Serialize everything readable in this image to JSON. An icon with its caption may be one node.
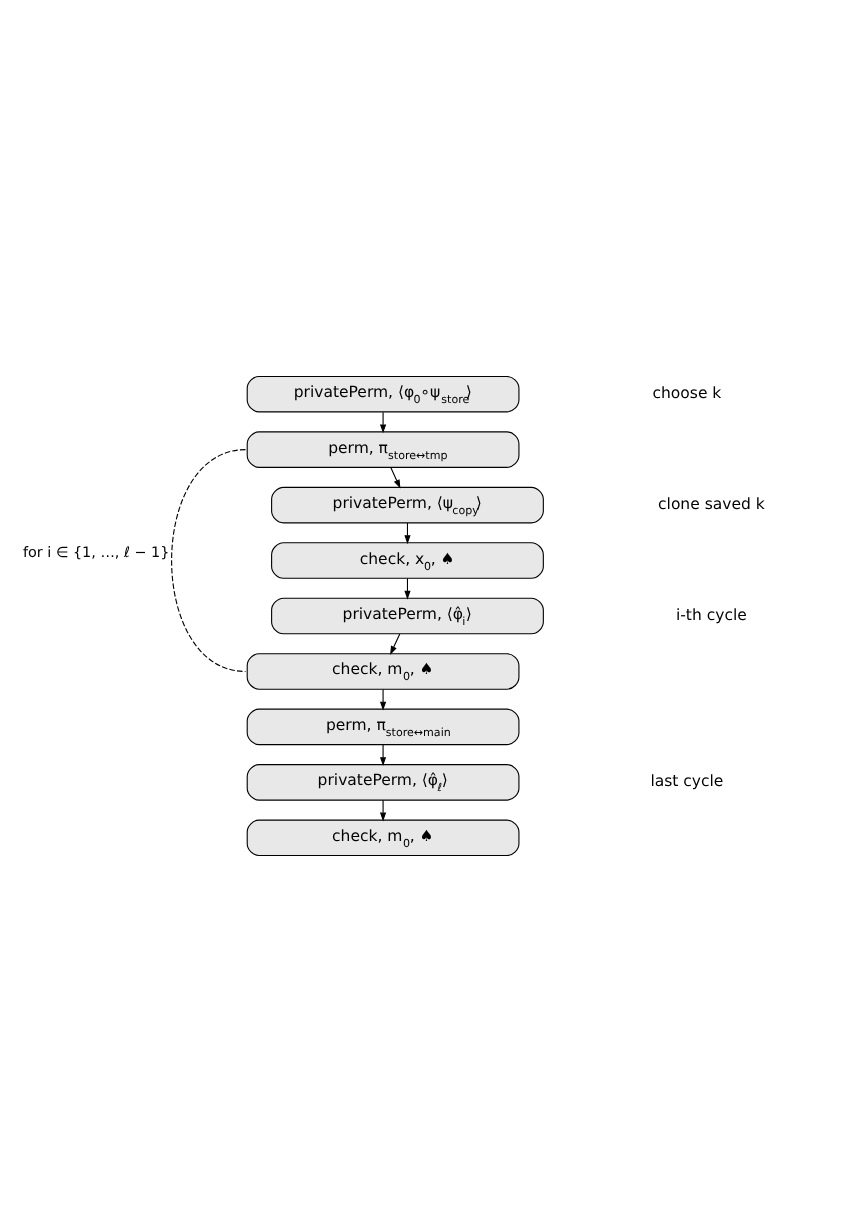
{
  "diagram": {
    "nodes": [
      {
        "text": [
          "privatePerm, ⟨φ$_{0}$∘ψ$_{store}$⟩"
        ]
      },
      {
        "text": [
          "perm, π$_{store↔tmp}$"
        ]
      },
      {
        "text": [
          "privatePerm, ⟨ψ$_{copy}$⟩"
        ]
      },
      {
        "text": [
          "check, x$_{0}$, ♠"
        ]
      },
      {
        "text": [
          "privatePerm, ⟨φ̂$_{i}$⟩"
        ]
      },
      {
        "text": [
          "check, m$_{0}$, ♠"
        ]
      },
      {
        "text": [
          "perm, π$_{store↔main}$"
        ]
      },
      {
        "text": [
          "privatePerm, ⟨φ̂$_{ℓ}$⟩"
        ]
      },
      {
        "text": [
          "check, m$_{0}$, ♠"
        ]
      }
    ],
    "edges": [
      {
        "from": 0,
        "to": 1,
        "arrow": "to"
      },
      {
        "from": 1,
        "to": 2,
        "arrow": "to"
      },
      {
        "from": 2,
        "to": 3,
        "arrow": "to"
      },
      {
        "from": 3,
        "to": 4,
        "arrow": "to"
      },
      {
        "from": 4,
        "to": 5,
        "arrow": "to"
      },
      {
        "from": 5,
        "to": 6,
        "arrow": "to"
      },
      {
        "from": 6,
        "to": 7,
        "arrow": "to"
      },
      {
        "from": 7,
        "to": 8,
        "arrow": "to"
      },
      {
        "from": 5,
        "to": 1,
        "arrow": "none",
        "style": "dashed",
        "label": "for i ∈ {1, …, ℓ − 1}"
      }
    ],
    "labels": [
      "choose k",
      "clone saved k",
      "i-th cycle",
      "last cycle"
    ]
  }
}
